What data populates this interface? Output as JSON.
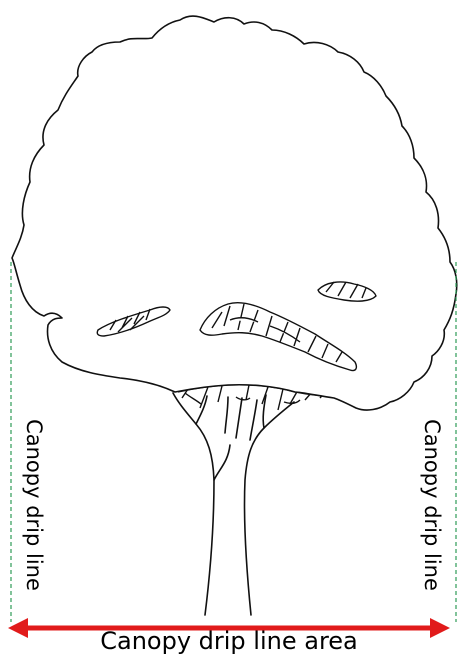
{
  "labels": {
    "left_drip_line": "Canopy drip line",
    "right_drip_line": "Canopy drip line",
    "drip_line_area": "Canopy drip line area"
  },
  "colors": {
    "drip_line_dashed": "#2e9b57",
    "area_arrow": "#e11b1b",
    "outline": "#111111"
  },
  "icons": {
    "tree": "tree-illustration",
    "arrow": "double-headed-arrow"
  }
}
